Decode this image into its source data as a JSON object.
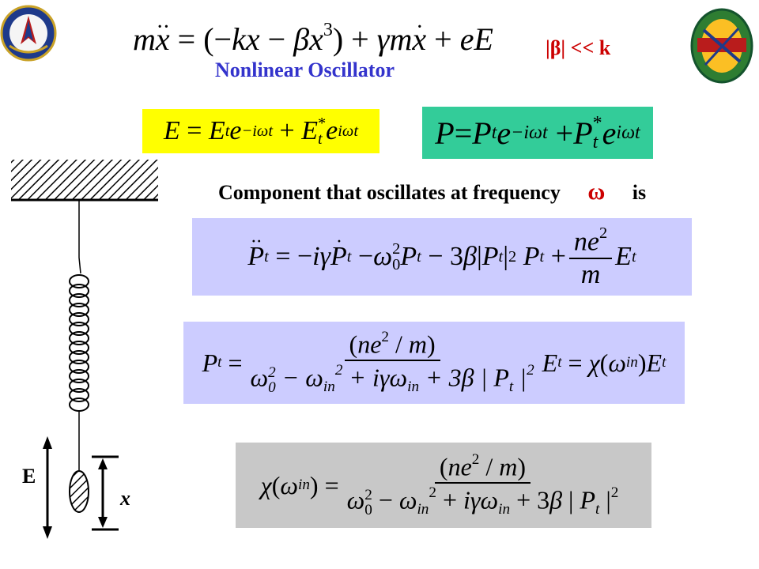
{
  "header": {
    "title": "Nonlinear Oscillator",
    "condition": "|β| << k"
  },
  "equations": {
    "motion": "mẍ = (−kx − βx³) + γmẋ + eE",
    "field": "E = Eₜe^{−iωt} + Eₜ*e^{iωt}",
    "polarization": "P = Pₜe^{−iωt} + Pₜ*e^{iωt}",
    "component_text": "Component that oscillates at frequency",
    "component_symbol": "ω",
    "component_tail": "is",
    "eq_pt_dynamics": "P̈ₜ = −iγṖₜ − ω₀²Pₜ − 3β|Pₜ|² Pₜ + (ne²/m)Eₜ",
    "eq_pt_solution": "Pₜ = (ne²/m)/(ω₀² − ωᵢₙ² + iγωᵢₙ + 3β|Pₜ|²) Eₜ = χ(ωᵢₙ)Eₜ",
    "eq_chi": "χ(ωᵢₙ) = (ne²/m)/(ω₀² − ωᵢₙ² + iγωᵢₙ + 3β|Pₜ|²)"
  },
  "diagram": {
    "field_label": "E",
    "displacement_label": "x"
  },
  "colors": {
    "title": "#3333cc",
    "condition": "#cc0000",
    "field_box": "#ffff00",
    "polarization_box": "#33cc99",
    "lavender_box": "#ccccff",
    "gray_box": "#c8c8c8"
  },
  "logos": {
    "left": "tradition-of-excellence-emblem",
    "right": "amrdec-emblem"
  }
}
